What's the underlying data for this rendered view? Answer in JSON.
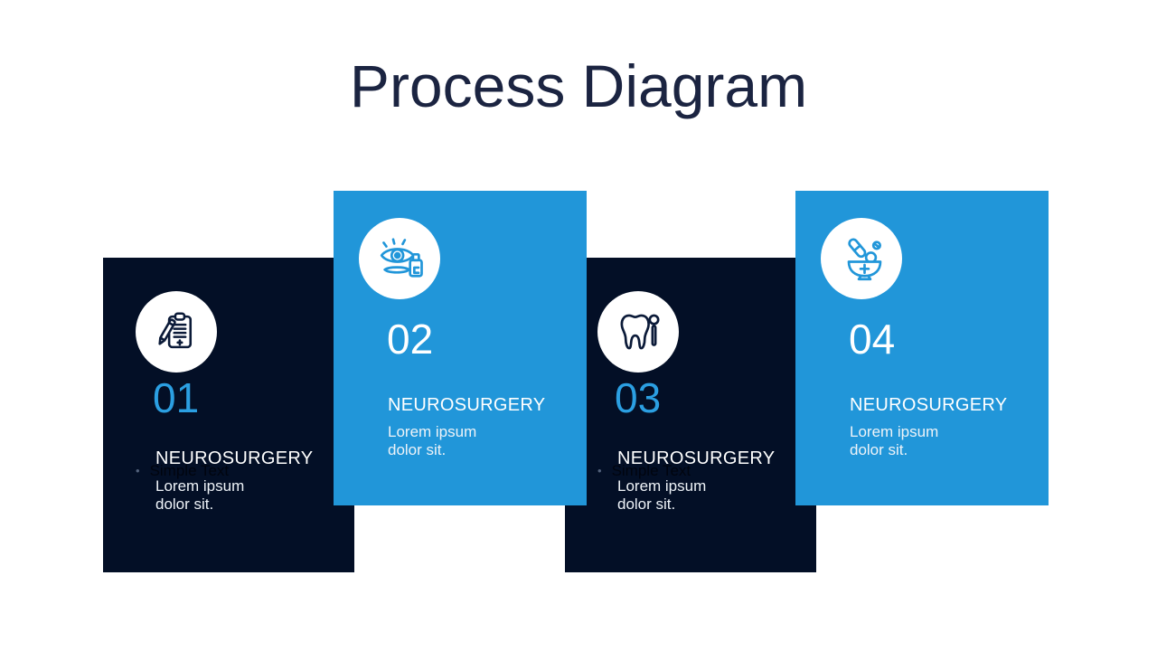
{
  "slide": {
    "title": "Process Diagram",
    "colors": {
      "background": "#ffffff",
      "accent_blue": "#2196d9",
      "dark_navy": "#030f26",
      "title_navy": "#1b2441",
      "number_blue_on_dark": "#2b9fe2",
      "text_white": "#ffffff"
    },
    "bullet": "•",
    "steps": [
      {
        "number": "01",
        "icon": "clipboard-pen-icon",
        "title": "NEUROSURGERY",
        "description": "Lorem ipsum dolor sit.",
        "hidden_note": "Simple Text",
        "variant": "dark"
      },
      {
        "number": "02",
        "icon": "eye-care-icon",
        "title": "NEUROSURGERY",
        "description": "Lorem ipsum dolor sit.",
        "variant": "blue"
      },
      {
        "number": "03",
        "icon": "tooth-dental-mirror-icon",
        "title": "NEUROSURGERY",
        "description": "Lorem ipsum dolor sit.",
        "hidden_note": "Simple Text",
        "variant": "dark"
      },
      {
        "number": "04",
        "icon": "pharmacy-mortar-icon",
        "title": "NEUROSURGERY",
        "description": "Lorem ipsum dolor sit.",
        "variant": "blue"
      }
    ]
  }
}
